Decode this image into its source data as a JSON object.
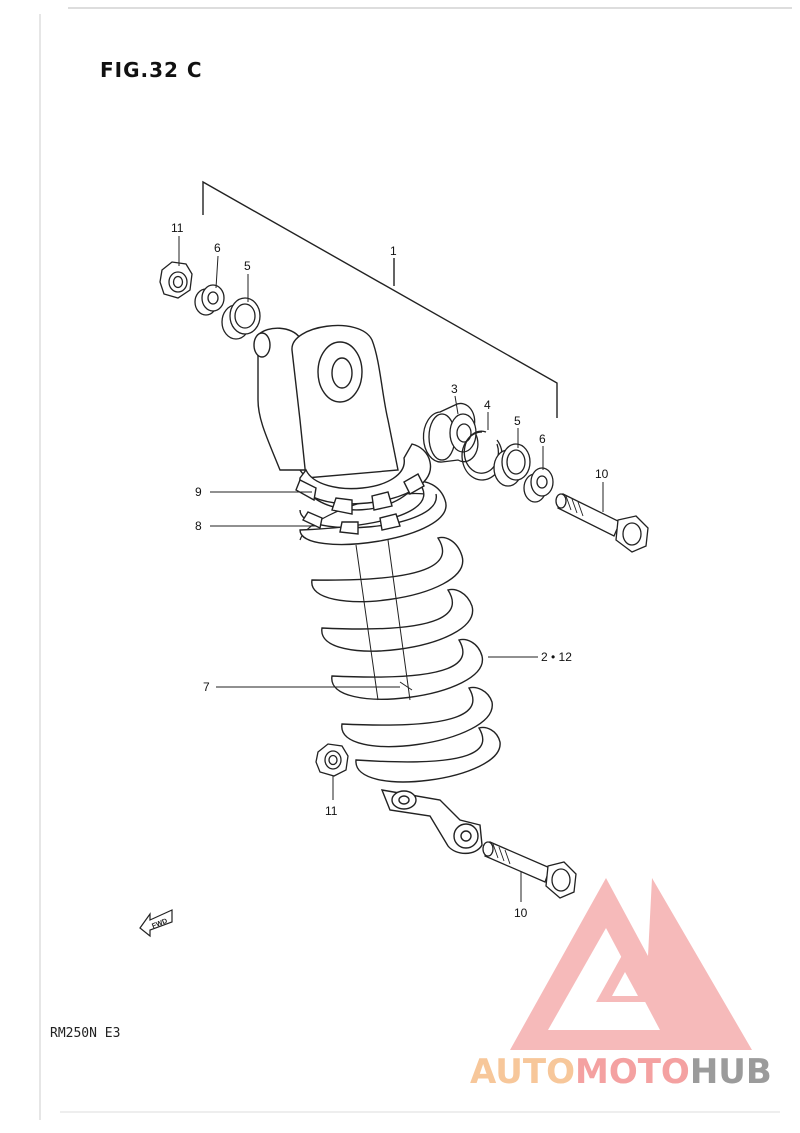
{
  "figure": {
    "title": "FIG.32 C",
    "model": "RM250N E3",
    "fwd_label": "FWD"
  },
  "callouts": [
    {
      "id": "c11a",
      "text": "11"
    },
    {
      "id": "c6a",
      "text": "6"
    },
    {
      "id": "c5a",
      "text": "5"
    },
    {
      "id": "c1",
      "text": "1"
    },
    {
      "id": "c3",
      "text": "3"
    },
    {
      "id": "c4",
      "text": "4"
    },
    {
      "id": "c5b",
      "text": "5"
    },
    {
      "id": "c6b",
      "text": "6"
    },
    {
      "id": "c10a",
      "text": "10"
    },
    {
      "id": "c9",
      "text": "9"
    },
    {
      "id": "c8",
      "text": "8"
    },
    {
      "id": "c2",
      "text": "2 • 12"
    },
    {
      "id": "c7",
      "text": "7"
    },
    {
      "id": "c11b",
      "text": "11"
    },
    {
      "id": "c10b",
      "text": "10"
    }
  ],
  "watermark": {
    "part1": "AUTO",
    "part2": "MOTO",
    "part3": "HUB",
    "colors": {
      "auto": "#f7c79a",
      "moto": "#f4a1a1",
      "hub": "#9b9b9b",
      "logo": "#f08b8b"
    }
  }
}
